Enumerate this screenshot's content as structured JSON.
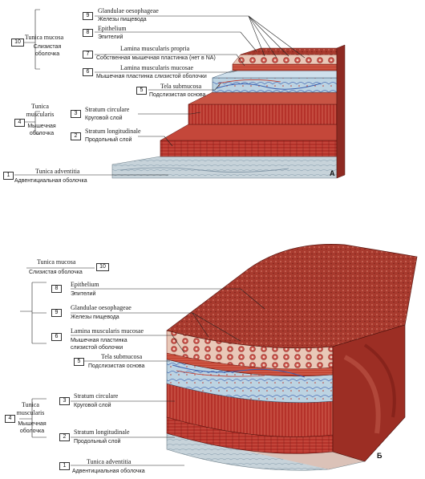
{
  "figure_a": {
    "letter": "А",
    "labels": [
      {
        "num": "9",
        "latin": "Glandulae oesophageae",
        "russian": "Железы пищевода"
      },
      {
        "num": "8",
        "latin": "Epithelium",
        "russian": "Эпителий"
      },
      {
        "num": "7",
        "latin": "Lamina muscularis propria",
        "russian": "Собственная мышечная пластинка (нет в NA)"
      },
      {
        "num": "6",
        "latin": "Lamina muscularis mucosae",
        "russian": "Мышечная пластинка слизистой оболочки"
      },
      {
        "num": "5",
        "latin": "Tela submucosa",
        "russian": "Подслизистая основа"
      },
      {
        "num": "3",
        "latin": "Stratum circulare",
        "russian": "Круговой слой"
      },
      {
        "num": "2",
        "latin": "Stratum longitudinale",
        "russian": "Продольный слой"
      },
      {
        "num": "1",
        "latin": "Tunica adventitia",
        "russian": "Адвентициальная оболочка"
      }
    ],
    "group_mucosa": {
      "num": "10",
      "latin": "Tunica mucosa",
      "russian_1": "Слизистая",
      "russian_2": "оболочка"
    },
    "group_muscularis": {
      "num": "4",
      "latin_1": "Tunica",
      "latin_2": "muscularis",
      "russian_1": "Мышечная",
      "russian_2": "оболочка"
    }
  },
  "figure_b": {
    "letter": "Б",
    "labels": [
      {
        "num": "8",
        "latin": "Epithelium",
        "russian": "Эпителий"
      },
      {
        "num": "9",
        "latin": "Glandulae oesophageae",
        "russian": "Железы пищевода"
      },
      {
        "num": "6",
        "latin": "Lamina muscularis mucosae",
        "russian_1": "Мышечная пластинка",
        "russian_2": "слизистой оболочки"
      },
      {
        "num": "5",
        "latin": "Tela submucosa",
        "russian": "Подслизистая основа"
      },
      {
        "num": "3",
        "latin": "Stratum circulare",
        "russian": "Круговой слой"
      },
      {
        "num": "2",
        "latin": "Stratum longitudinale",
        "russian": "Продольный слой"
      },
      {
        "num": "1",
        "latin": "Tunica adventitia",
        "russian": "Адвентициальная оболочка"
      }
    ],
    "group_mucosa": {
      "num": "10",
      "latin": "Tunica mucosa",
      "russian": "Слизистая оболочка"
    },
    "group_muscularis": {
      "num": "4",
      "latin_1": "Tunica",
      "latin_2": "muscularis",
      "russian_1": "Мышечная",
      "russian_2": "оболочка"
    }
  },
  "colors": {
    "epithelium": "#b84a3a",
    "glands": "#d48a8a",
    "muscularis_mucosae": "#a33f33",
    "submucosa": "#b9d0e0",
    "muscle": "#b5322a",
    "muscle_light": "#d0584a",
    "adventitia": "#cfd8dc",
    "vessel_blue": "#3a5fb0",
    "vessel_red": "#c0392b"
  }
}
